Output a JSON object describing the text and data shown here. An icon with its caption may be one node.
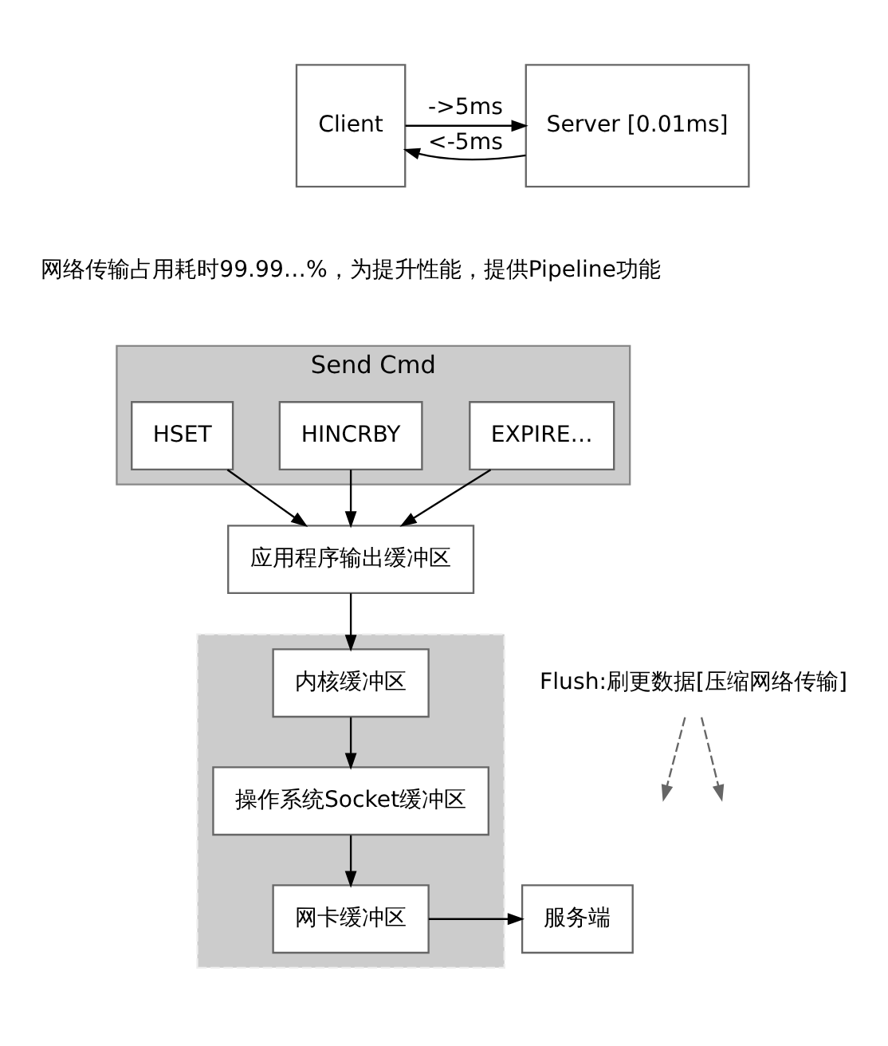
{
  "diagram": {
    "nodes": [
      {
        "text": [
          "Client"
        ]
      },
      {
        "text": [
          "Server [0.01ms]"
        ]
      },
      {
        "text": [
          "Send Cmd"
        ]
      },
      {
        "text": [
          "HSET"
        ],
        "in": 2
      },
      {
        "text": [
          "HINCRBY"
        ],
        "in": 2
      },
      {
        "text": [
          "EXPIRE…"
        ],
        "in": 2
      },
      {
        "text": [
          "应用程序输出缓冲区"
        ]
      },
      {
        "text": [],
        "shape": "box"
      },
      {
        "text": [
          "内核缓冲区"
        ],
        "in": 7
      },
      {
        "text": [
          "操作系统Socket缓冲区"
        ],
        "in": 7
      },
      {
        "text": [
          "网卡缓冲区"
        ],
        "in": 7
      },
      {
        "text": [
          "服务端"
        ]
      },
      {
        "text": [
          "Flush:刷更数据[压缩网络传输]"
        ]
      }
    ],
    "edges": [
      {
        "from": 0,
        "to": 1,
        "arrow": "to",
        "label": "->5ms"
      },
      {
        "from": 1,
        "to": 0,
        "arrow": "to",
        "label": "<-5ms"
      },
      {
        "from": 3,
        "to": 6,
        "arrow": "to"
      },
      {
        "from": 4,
        "to": 6,
        "arrow": "to"
      },
      {
        "from": 5,
        "to": 6,
        "arrow": "to"
      },
      {
        "from": 6,
        "to": 8,
        "arrow": "to"
      },
      {
        "from": 8,
        "to": 9,
        "arrow": "to"
      },
      {
        "from": 9,
        "to": 10,
        "arrow": "to"
      },
      {
        "from": 10,
        "to": 11,
        "arrow": "to"
      },
      {
        "from": 12,
        "to": null,
        "arrow": "to",
        "style": "dashed",
        "color": "#666666"
      },
      {
        "from": 12,
        "to": null,
        "arrow": "to",
        "style": "dashed",
        "color": "#666666"
      }
    ],
    "labels": [
      "网络传输占用耗时99.99…%，为提升性能，提供Pipeline功能"
    ]
  }
}
